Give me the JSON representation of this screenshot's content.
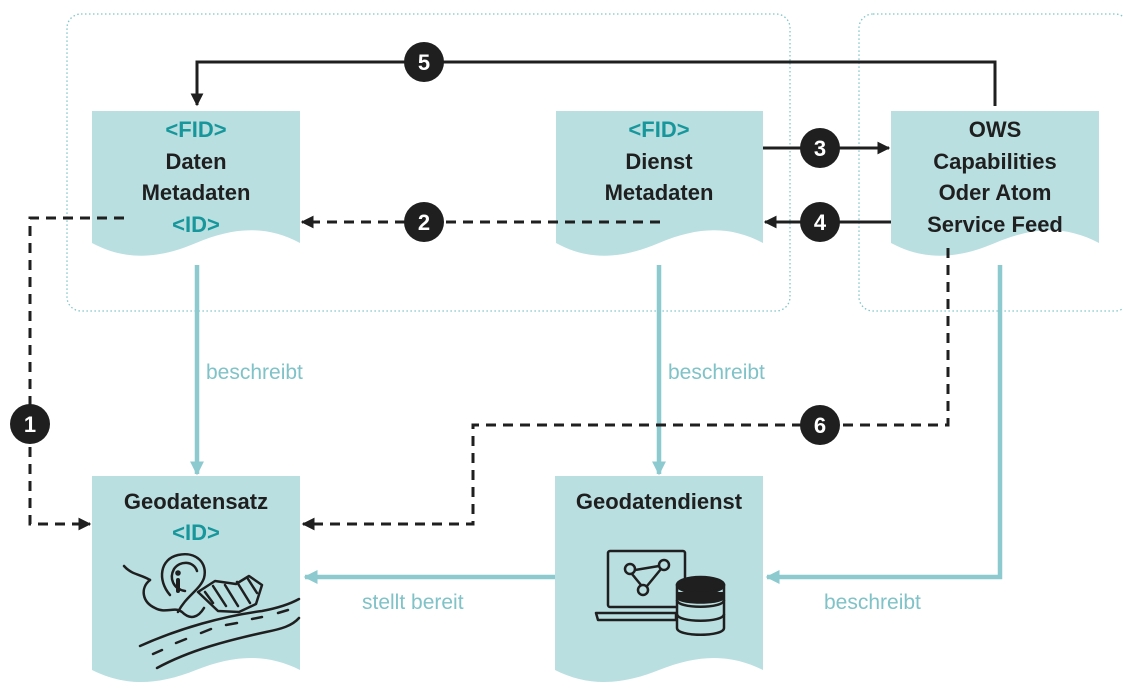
{
  "colors": {
    "doc_fill": "#b9dfe1",
    "teal_text": "#17979b",
    "teal_line": "#8ccacf",
    "label_text": "#7fc2c7",
    "dark": "#1f1f1f",
    "frame": "#7fc5c9"
  },
  "docs": {
    "daten_metadaten": {
      "tag_top": "<FID>",
      "line1": "Daten",
      "line2": "Metadaten",
      "tag_bottom": "<ID>"
    },
    "dienst_metadaten": {
      "tag_top": "<FID>",
      "line1": "Dienst",
      "line2": "Metadaten"
    },
    "ows": {
      "line1": "OWS",
      "line2": "Capabilities",
      "line3": "Oder Atom",
      "line4": "Service Feed"
    },
    "geodatensatz": {
      "title": "Geodatensatz",
      "tag": "<ID>",
      "icon": "map-info-icon"
    },
    "geodatendienst": {
      "title": "Geodatendienst",
      "icon": "server-laptop-icon"
    }
  },
  "labels": {
    "beschreibt_1": "beschreibt",
    "beschreibt_2": "beschreibt",
    "beschreibt_3": "beschreibt",
    "stellt_bereit": "stellt bereit"
  },
  "badges": {
    "b1": "1",
    "b2": "2",
    "b3": "3",
    "b4": "4",
    "b5": "5",
    "b6": "6"
  }
}
